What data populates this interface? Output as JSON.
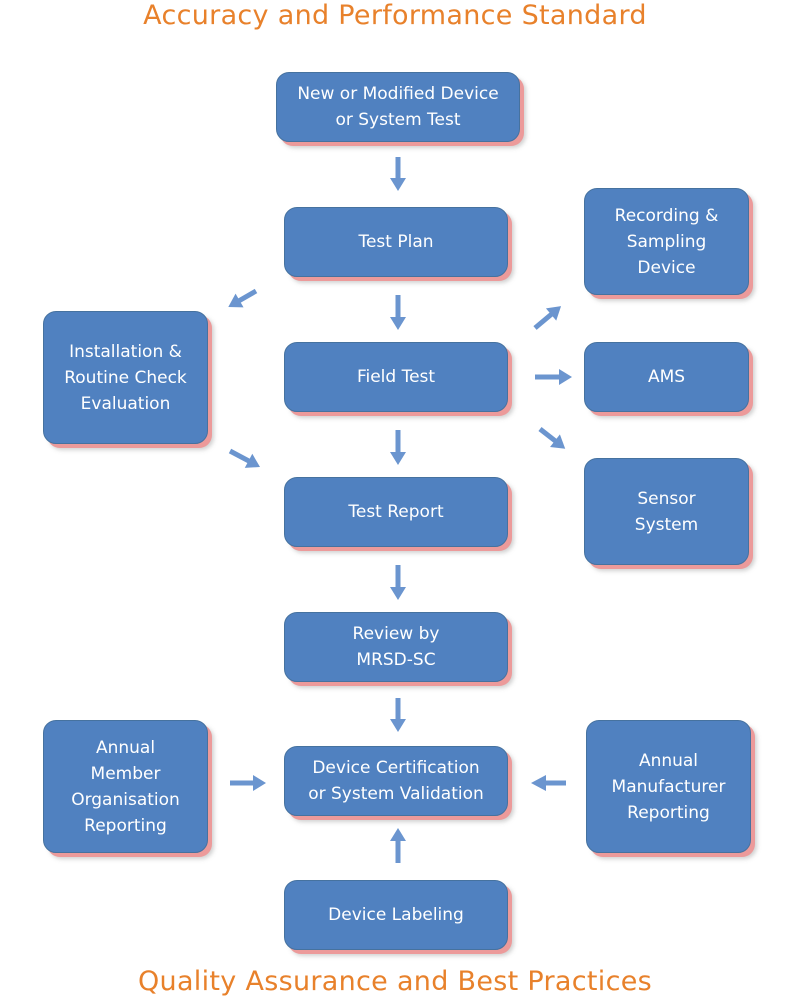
{
  "titles": {
    "top": "Accuracy and Performance Standard",
    "bottom": "Quality Assurance and Best Practices"
  },
  "colors": {
    "box_fill": "#5081c0",
    "box_shadow": "#ec9a9a",
    "arrow": "#6b95cf",
    "title": "#e8812b"
  },
  "nodes": {
    "new_device": "New or Modified Device\nor System Test",
    "test_plan": "Test Plan",
    "field_test": "Field Test",
    "test_report": "Test Report",
    "review": "Review by\nMRSD-SC",
    "certification": "Device Certification\nor System Validation",
    "labeling": "Device Labeling",
    "installation": "Installation &\nRoutine Check\nEvaluation",
    "recording": "Recording &\nSampling\nDevice",
    "ams": "AMS",
    "sensor": "Sensor\nSystem",
    "annual_member": "Annual\nMember\nOrganisation\nReporting",
    "annual_manufacturer": "Annual\nManufacturer\nReporting"
  },
  "edges": [
    {
      "from": "new_device",
      "to": "test_plan"
    },
    {
      "from": "test_plan",
      "to": "field_test"
    },
    {
      "from": "test_plan",
      "to": "installation"
    },
    {
      "from": "installation",
      "to": "test_report"
    },
    {
      "from": "field_test",
      "to": "test_report"
    },
    {
      "from": "field_test",
      "to": "recording"
    },
    {
      "from": "field_test",
      "to": "ams"
    },
    {
      "from": "field_test",
      "to": "sensor"
    },
    {
      "from": "test_report",
      "to": "review"
    },
    {
      "from": "review",
      "to": "certification"
    },
    {
      "from": "annual_member",
      "to": "certification"
    },
    {
      "from": "annual_manufacturer",
      "to": "certification"
    },
    {
      "from": "labeling",
      "to": "certification"
    }
  ]
}
